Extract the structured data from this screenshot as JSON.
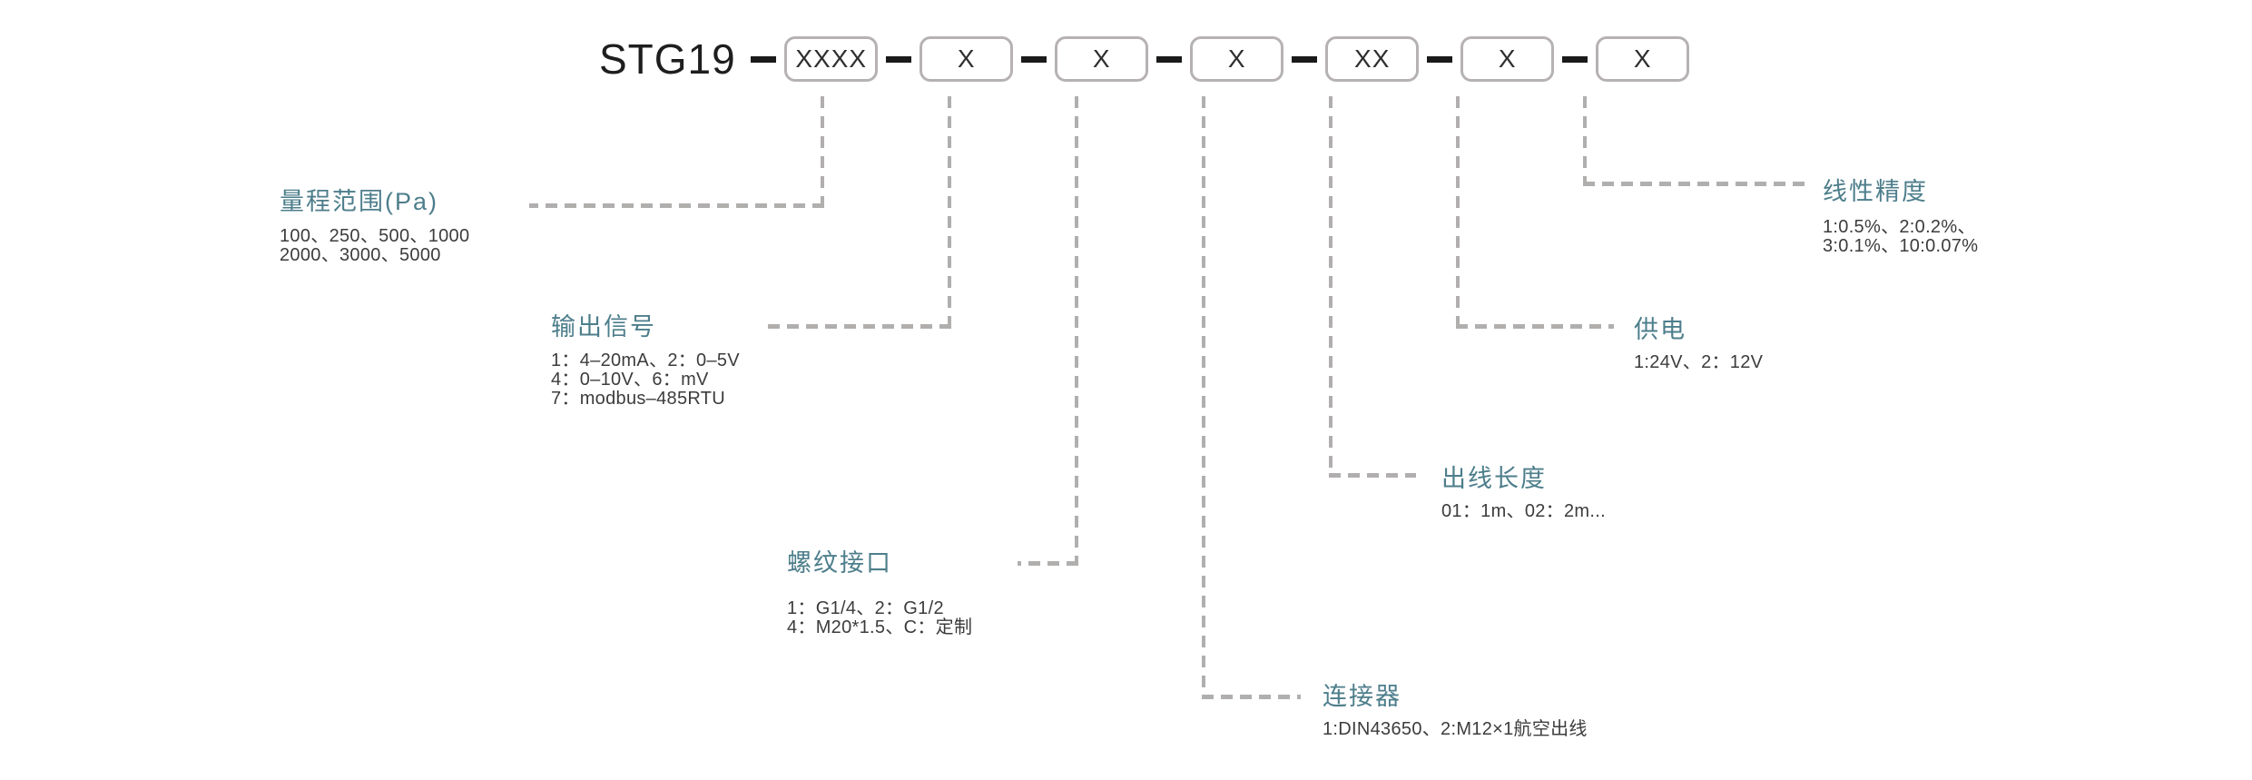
{
  "title": {
    "model_prefix": "STG19",
    "codes": [
      "XXXX",
      "X",
      "X",
      "X",
      "XX",
      "X",
      "X"
    ]
  },
  "fields": [
    {
      "label": "量程范围(Pa)",
      "lines": [
        "100、250、500、1000",
        "2000、3000、5000"
      ],
      "side": "left"
    },
    {
      "label": "输出信号",
      "lines": [
        "1：4–20mA、2：0–5V",
        "4：0–10V、6：mV",
        "7：modbus–485RTU"
      ],
      "side": "left"
    },
    {
      "label": "螺纹接口",
      "lines": [
        "1：G1/4、2：G1/2",
        "4：M20*1.5、C：定制"
      ],
      "side": "left"
    },
    {
      "label": "连接器",
      "lines": [
        "1:DIN43650、2:M12×1航空出线"
      ],
      "side": "right"
    },
    {
      "label": "出线长度",
      "lines": [
        "01：1m、02：2m..."
      ],
      "side": "right"
    },
    {
      "label": "供电",
      "lines": [
        "1:24V、2：12V"
      ],
      "side": "right"
    },
    {
      "label": "线性精度",
      "lines": [
        "1:0.5%、2:0.2%、",
        "3:0.1%、10:0.07%"
      ],
      "side": "right"
    }
  ],
  "colors": {
    "accent_label": "#4d7e8b",
    "value_text": "#3c3c3c",
    "box_border": "#b6b2b2",
    "leader_line": "#b1aeae",
    "connector_dash": "#1a1a1a",
    "title_text": "#1e1e1e"
  }
}
